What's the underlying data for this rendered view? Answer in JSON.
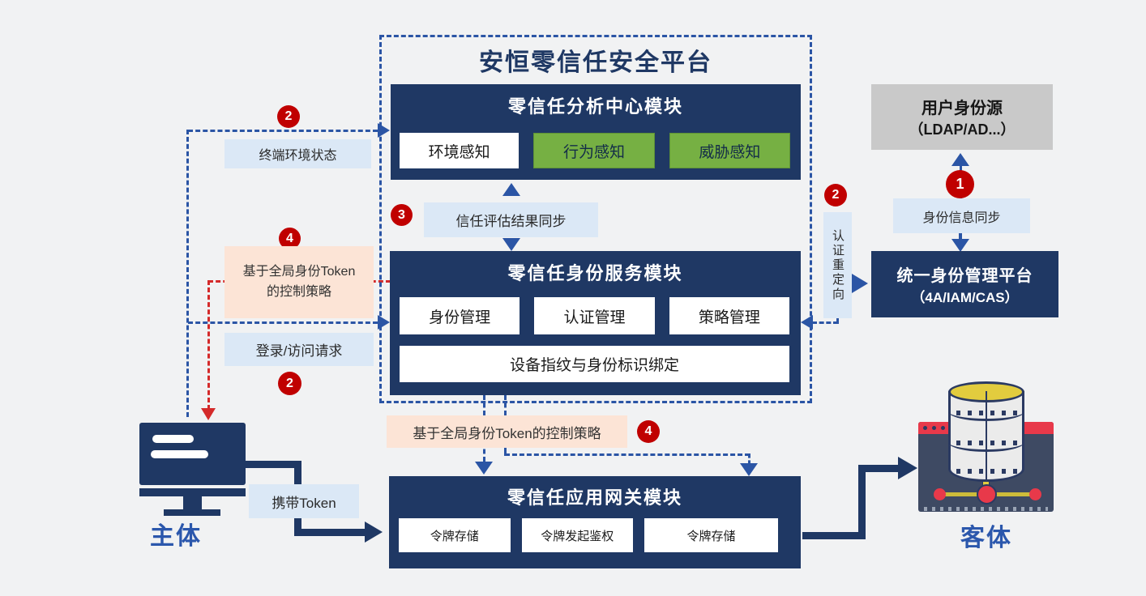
{
  "platform": {
    "title": "安恒零信任安全平台"
  },
  "badges": {
    "b1": "1",
    "b2": "2",
    "b3": "3",
    "b4": "4"
  },
  "analysis": {
    "title": "零信任分析中心模块",
    "cells": [
      "环境感知",
      "行为感知",
      "威胁感知"
    ]
  },
  "identity": {
    "title": "零信任身份服务模块",
    "cells": [
      "身份管理",
      "认证管理",
      "策略管理"
    ],
    "wide": "设备指纹与身份标识绑定"
  },
  "gateway": {
    "title": "零信任应用网关模块",
    "cells": [
      "令牌存储",
      "令牌发起鉴权",
      "令牌存储"
    ]
  },
  "labels": {
    "terminal_env": "终端环境状态",
    "trust_sync": "信任评估结果同步",
    "token_policy_left": "基于全局身份Token的控制策略",
    "login_request": "登录/访问请求",
    "token_policy_bottom": "基于全局身份Token的控制策略",
    "carry_token": "携带Token",
    "id_sync": "身份信息同步",
    "auth_redirect": "认证重定向"
  },
  "right": {
    "user_source_title": "用户身份源",
    "user_source_sub": "（LDAP/AD...）",
    "idm_title": "统一身份管理平台",
    "idm_sub": "（4A/IAM/CAS）"
  },
  "actors": {
    "subject": "主体",
    "object": "客体"
  },
  "colors": {
    "navy": "#1f3864",
    "green": "#76b043",
    "light_blue": "#dbe8f6",
    "peach": "#fce4d6",
    "badge_red": "#c00000",
    "line_blue": "#2b55a5",
    "line_red": "#d42a2a",
    "gray_box": "#c9c9c9",
    "actor_blue": "#2b57ac"
  }
}
